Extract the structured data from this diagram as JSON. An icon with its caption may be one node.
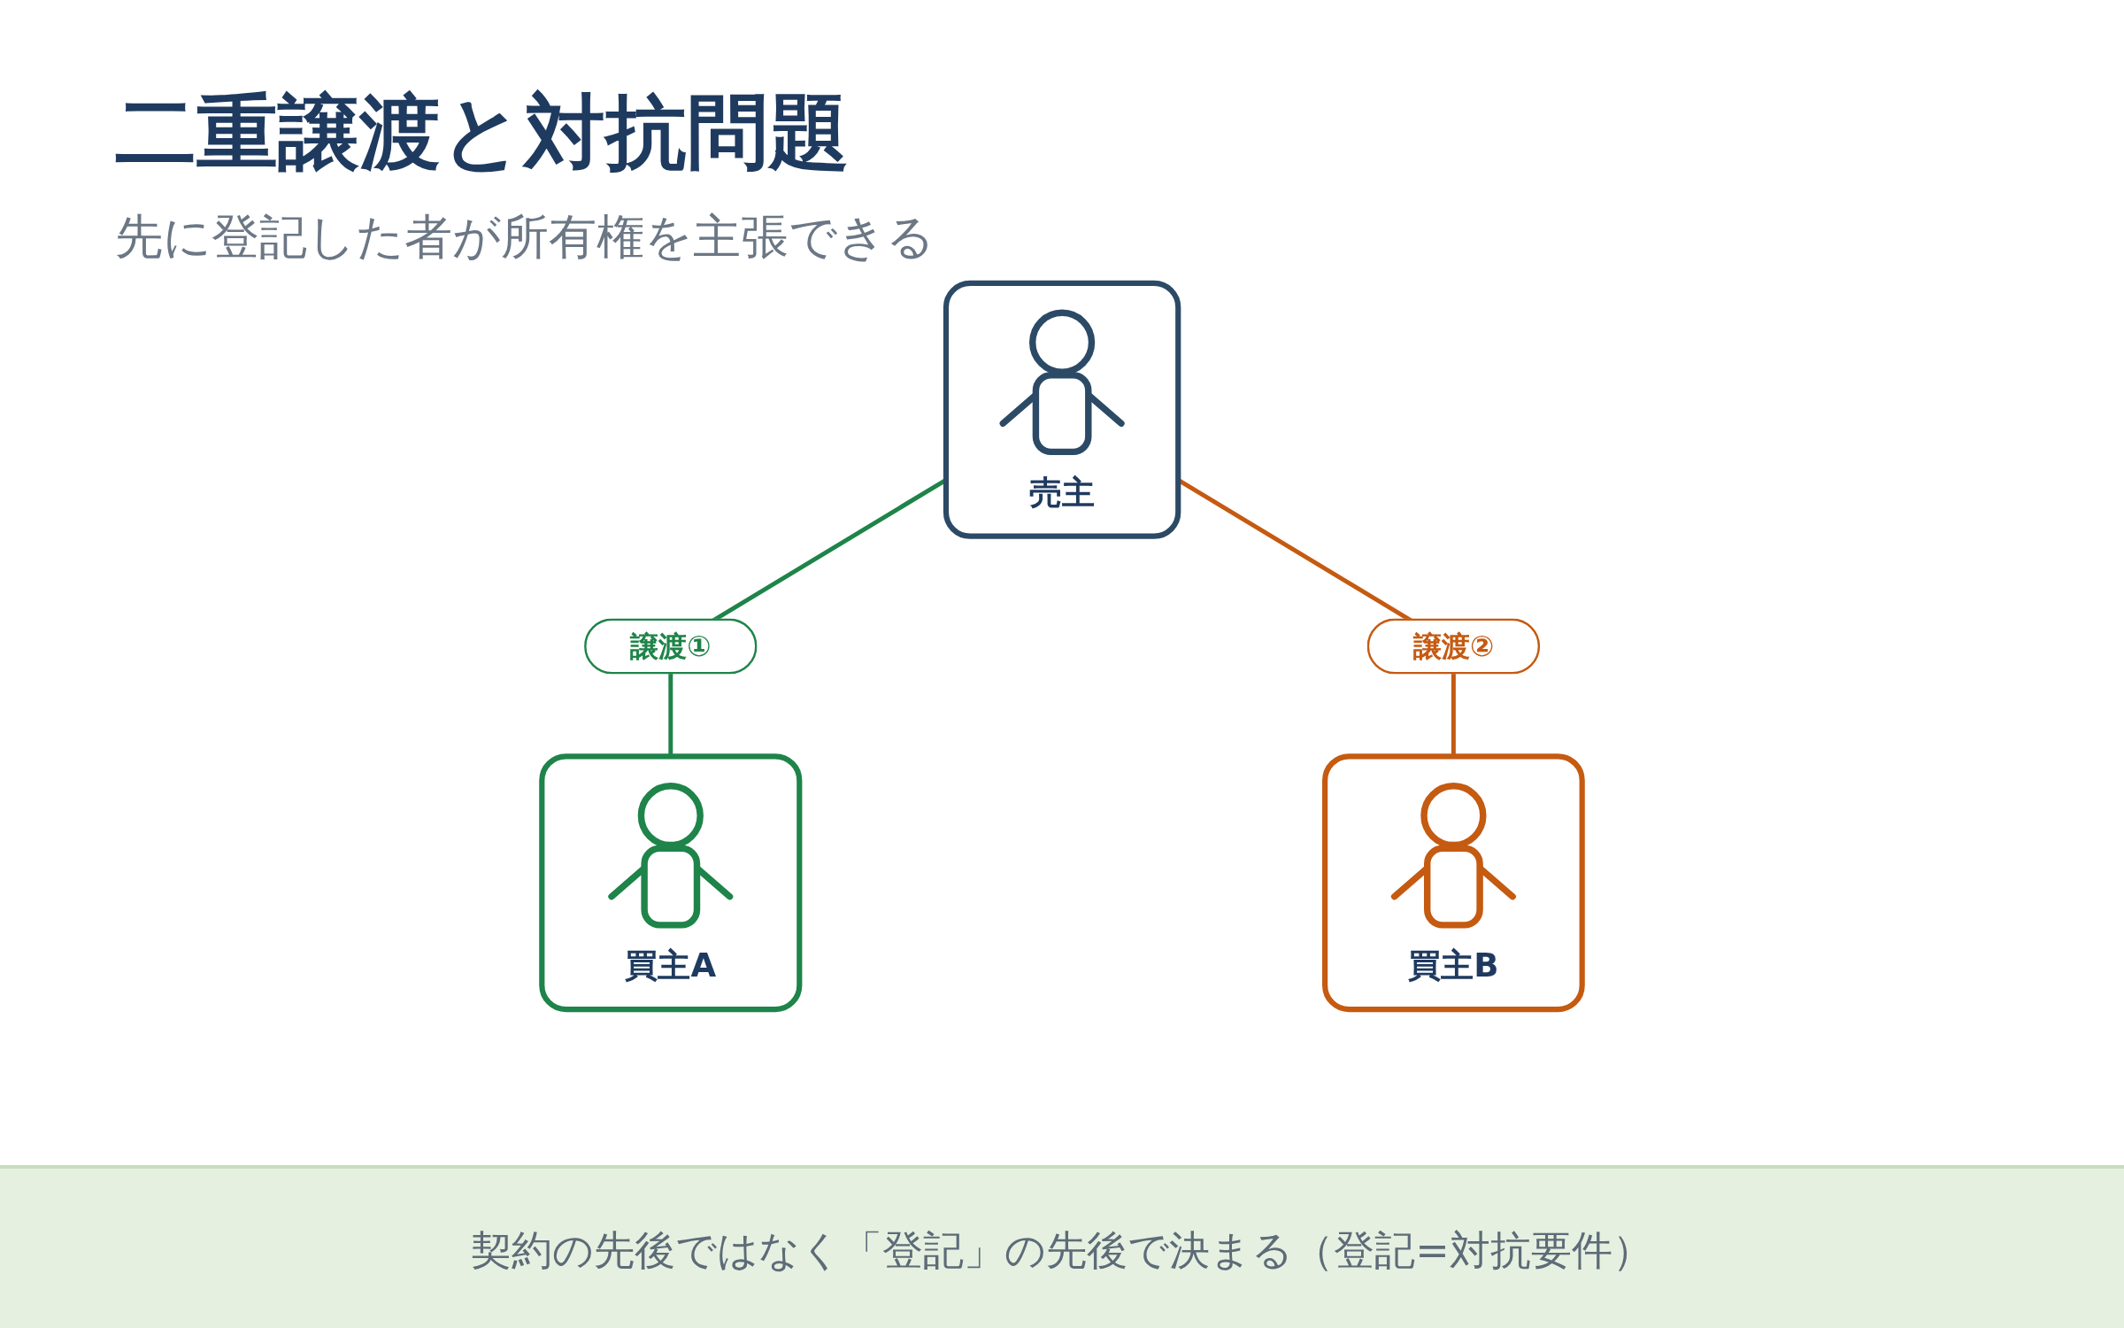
{
  "diagram": {
    "title": "二重譲渡と対抗問題",
    "caption": "契約の先後ではなく「登記」の先後で決まる（登記=対抗要件）",
    "nodes": [
      {
        "text": [
          "売主"
        ]
      },
      {
        "text": [
          "買主A"
        ]
      },
      {
        "text": [
          "買主B"
        ]
      }
    ],
    "edges": [
      {
        "from": 0,
        "to": 1,
        "arrow": "none",
        "label": "譲渡①",
        "color": "#1e8449"
      },
      {
        "from": 0,
        "to": 2,
        "arrow": "none",
        "label": "譲渡②",
        "color": "#c55a11"
      }
    ],
    "labels": [
      "先に登記した者が所有権を主張できる"
    ]
  }
}
